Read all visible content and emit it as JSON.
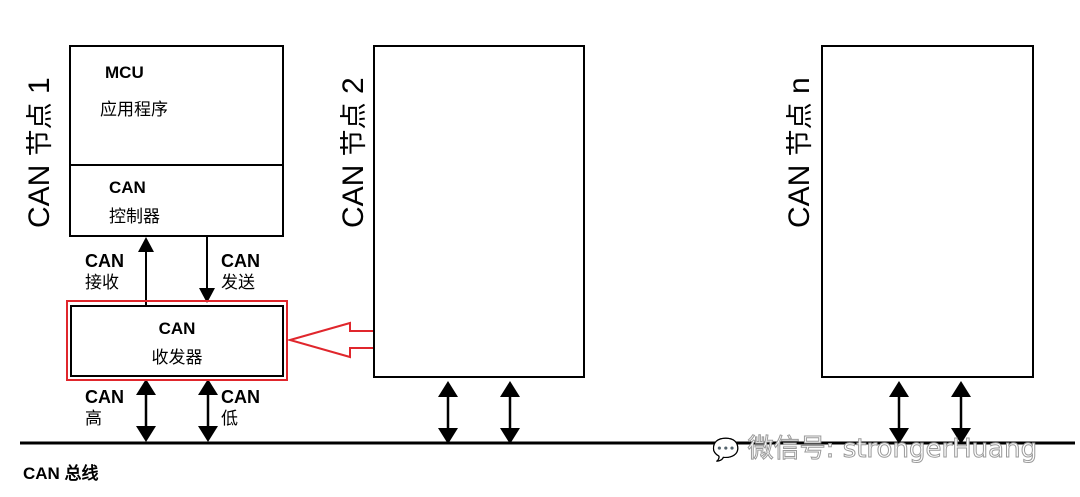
{
  "nodes": [
    {
      "label": "CAN 节点 1",
      "label_en": "CAN",
      "label_cjk": "节点",
      "label_num": "1",
      "mcu": {
        "title": "MCU",
        "subtitle": "应用程序"
      },
      "controller": {
        "title": "CAN",
        "subtitle": "控制器"
      },
      "transceiver": {
        "title": "CAN",
        "subtitle": "收发器"
      },
      "signals": {
        "rx": {
          "title": "CAN",
          "subtitle": "接收"
        },
        "tx": {
          "title": "CAN",
          "subtitle": "发送"
        },
        "high": {
          "title": "CAN",
          "subtitle": "高"
        },
        "low": {
          "title": "CAN",
          "subtitle": "低"
        }
      }
    },
    {
      "label": "CAN 节点 2",
      "label_en": "CAN",
      "label_cjk": "节点",
      "label_num": "2"
    },
    {
      "label": "CAN 节点 n",
      "label_en": "CAN",
      "label_cjk": "节点",
      "label_num": "n"
    }
  ],
  "bus": {
    "label": "CAN 总线"
  },
  "highlight": {
    "target": "CAN 收发器",
    "color": "#e0262c"
  },
  "watermark": {
    "text": "微信号: strongerHuang"
  }
}
